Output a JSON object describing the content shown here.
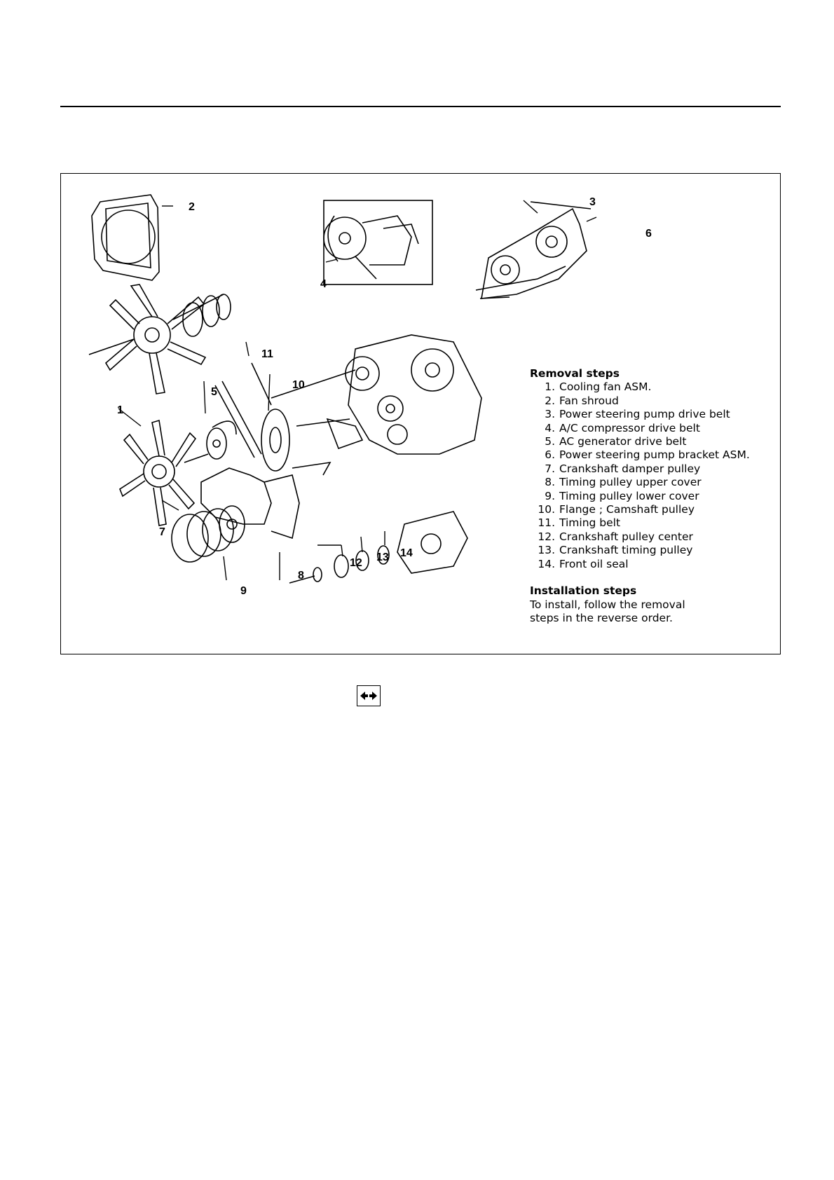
{
  "callouts": [
    "1",
    "2",
    "3",
    "4",
    "5",
    "6",
    "7",
    "8",
    "9",
    "10",
    "11",
    "12",
    "13",
    "14"
  ],
  "legend": {
    "removal_title": "Removal steps",
    "steps": [
      {
        "num": "1.",
        "text": "Cooling fan ASM."
      },
      {
        "num": "2.",
        "text": "Fan shroud"
      },
      {
        "num": "3.",
        "text": "Power steering pump drive belt"
      },
      {
        "num": "4.",
        "text": "A/C compressor drive belt"
      },
      {
        "num": "5.",
        "text": "AC generator drive belt"
      },
      {
        "num": "6.",
        "text": "Power steering pump bracket ASM."
      },
      {
        "num": "7.",
        "text": "Crankshaft damper pulley"
      },
      {
        "num": "8.",
        "text": "Timing pulley upper cover"
      },
      {
        "num": "9.",
        "text": "Timing pulley lower cover"
      },
      {
        "num": "10.",
        "text": "Flange ; Camshaft pulley"
      },
      {
        "num": "11.",
        "text": "Timing belt"
      },
      {
        "num": "12.",
        "text": "Crankshaft pulley center"
      },
      {
        "num": "13.",
        "text": "Crankshaft timing pulley"
      },
      {
        "num": "14.",
        "text": "Front oil seal"
      }
    ],
    "installation_title": "Installation steps",
    "installation_text": "To install, follow the removal\nsteps in the reverse order."
  },
  "icons": {
    "direction": "left-right-arrows-icon"
  }
}
